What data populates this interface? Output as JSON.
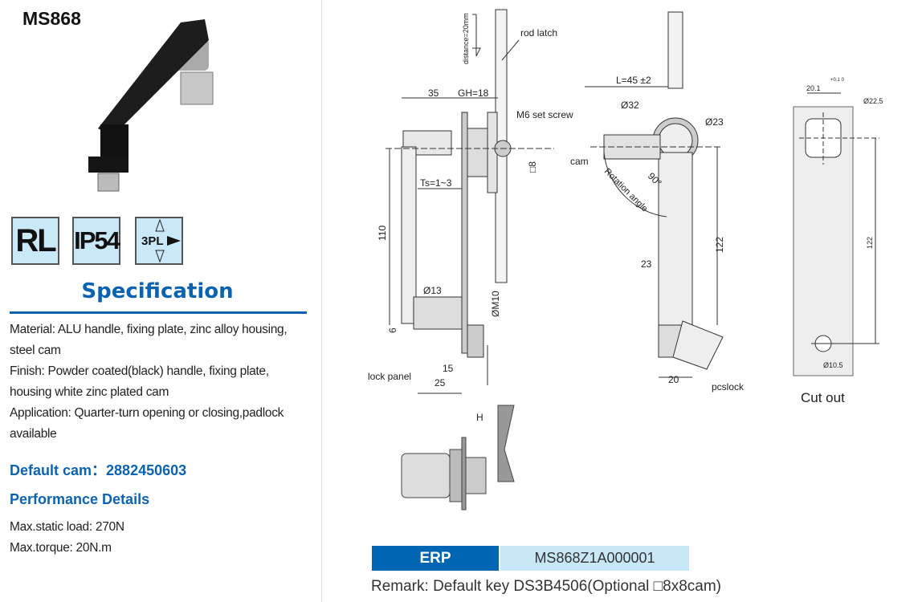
{
  "title": "MS868",
  "badges": {
    "rl": "RL",
    "ip": "IP54",
    "pl": "3PL"
  },
  "spec_title": "Specification",
  "spec_lines": [
    "Material: ALU handle, fixing plate, zinc alloy housing,",
    "steel cam",
    "Finish: Powder coated(black) handle, fixing plate,",
    "housing white zinc plated cam",
    "Application: Quarter-turn opening or closing,padlock",
    "available"
  ],
  "default_cam": "Default cam：2882450603",
  "performance_title": "Performance Details",
  "performance": [
    "Max.static load: 270N",
    "Max.torque: 20N.m"
  ],
  "drawing": {
    "distance": "distance=20mm",
    "rod_latch": "rod latch",
    "d35": "35",
    "gh": "GH=18",
    "m6": "M6 set screw",
    "sq8": "□8",
    "ts": "Ts=1~3",
    "d110": "110",
    "d13": "Ø13",
    "m10": "ØM10",
    "d6": "6",
    "d15": "15",
    "d25": "25",
    "lock_panel": "lock panel",
    "h": "H",
    "l45": "L=45 ±2",
    "d32": "Ø32",
    "d23": "Ø23",
    "cam": "cam",
    "rotation": "Rotation angle",
    "deg90": "90°",
    "d122": "122",
    "w23": "23",
    "w20": "20",
    "pcslock": "pcslock",
    "c201": "20.1",
    "tol": "+0.1 0",
    "c225": "Ø22.5",
    "c122": "122",
    "c105": "Ø10.5"
  },
  "cutout_label": "Cut out",
  "erp": {
    "label": "ERP",
    "value": "MS868Z1A000001"
  },
  "remark": "Remark: Default key DS3B4506(Optional □8x8cam)",
  "colors": {
    "brand_blue": "#0b63b0",
    "badge_bg": "#c9e8f8",
    "erp_blue": "#0066b3",
    "erp_value_bg": "#c8e8f8"
  }
}
